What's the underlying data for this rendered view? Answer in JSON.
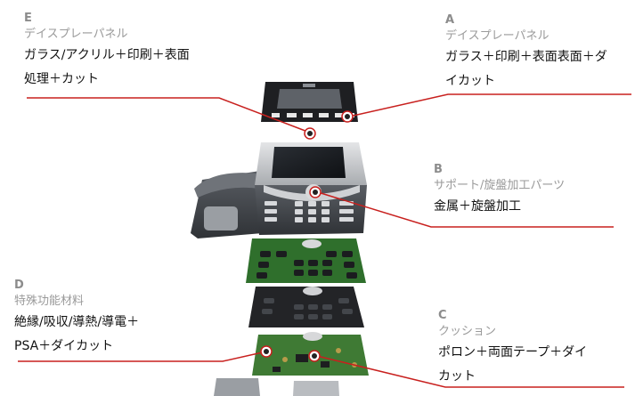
{
  "callouts": {
    "e": {
      "letter": "E",
      "category": "デイスプレーパネル",
      "lines": [
        "ガラス/アクリル＋印刷＋表面",
        "処理＋カット"
      ]
    },
    "a": {
      "letter": "A",
      "category": "デイスプレーパネル",
      "lines": [
        "ガラス＋印刷＋表面表面＋ダ",
        "イカット"
      ]
    },
    "b": {
      "letter": "B",
      "category": "サポート/旋盤加工パーツ",
      "lines": [
        "金属＋旋盤加工"
      ]
    },
    "d": {
      "letter": "D",
      "category": "特殊功能材料",
      "lines": [
        "絶縁/吸収/導熱/導電＋",
        "PSA＋ダイカット"
      ]
    },
    "c": {
      "letter": "C",
      "category": "クッション",
      "lines": [
        "ポロン＋両面テープ＋ダイ",
        "カット"
      ]
    }
  },
  "colors": {
    "leader_line": "#c8201e",
    "letter_text": "#8c8c8c",
    "category_text": "#9a9a9a",
    "body_text": "#111111",
    "phone_dark": "#3a3d42",
    "phone_silver": "#c7c9cc",
    "pcb_green": "#3f7a34",
    "membrane_black": "#232427",
    "screen": "#15181c"
  }
}
